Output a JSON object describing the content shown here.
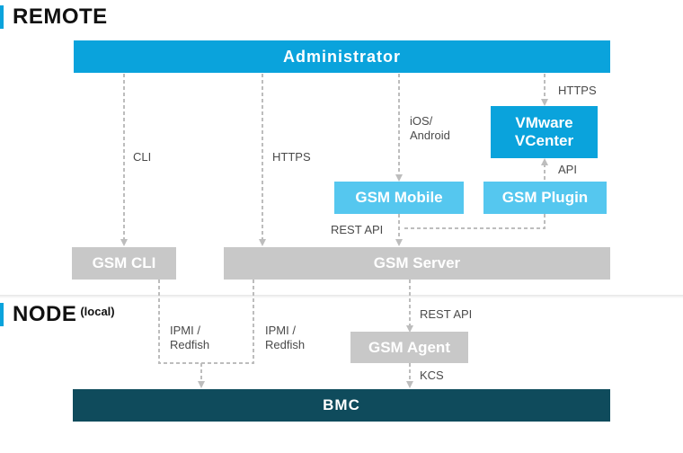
{
  "sections": {
    "remote": {
      "title": "REMOTE"
    },
    "node": {
      "title": "NODE",
      "subtitle": "(local)"
    }
  },
  "nodes": {
    "administrator": "Administrator",
    "vmware_line1": "VMware",
    "vmware_line2": "VCenter",
    "gsm_mobile": "GSM Mobile",
    "gsm_plugin": "GSM Plugin",
    "gsm_cli": "GSM CLI",
    "gsm_server": "GSM Server",
    "gsm_agent": "GSM Agent",
    "bmc": "BMC"
  },
  "edge_labels": {
    "cli": "CLI",
    "https_server": "HTTPS",
    "ios_line1": "iOS/",
    "ios_line2": "Android",
    "https_vcenter": "HTTPS",
    "api": "API",
    "rest_api_top": "REST API",
    "ipmi_cli_line1": "IPMI /",
    "ipmi_cli_line2": "Redfish",
    "ipmi_server_line1": "IPMI /",
    "ipmi_server_line2": "Redfish",
    "rest_api_agent": "REST API",
    "kcs": "KCS"
  },
  "colors": {
    "accent_blue": "#0aa3dc",
    "light_blue": "#55c7ef",
    "gray": "#c8c8c8",
    "navy": "#0f4b5c",
    "connector": "#bdbdbd"
  }
}
